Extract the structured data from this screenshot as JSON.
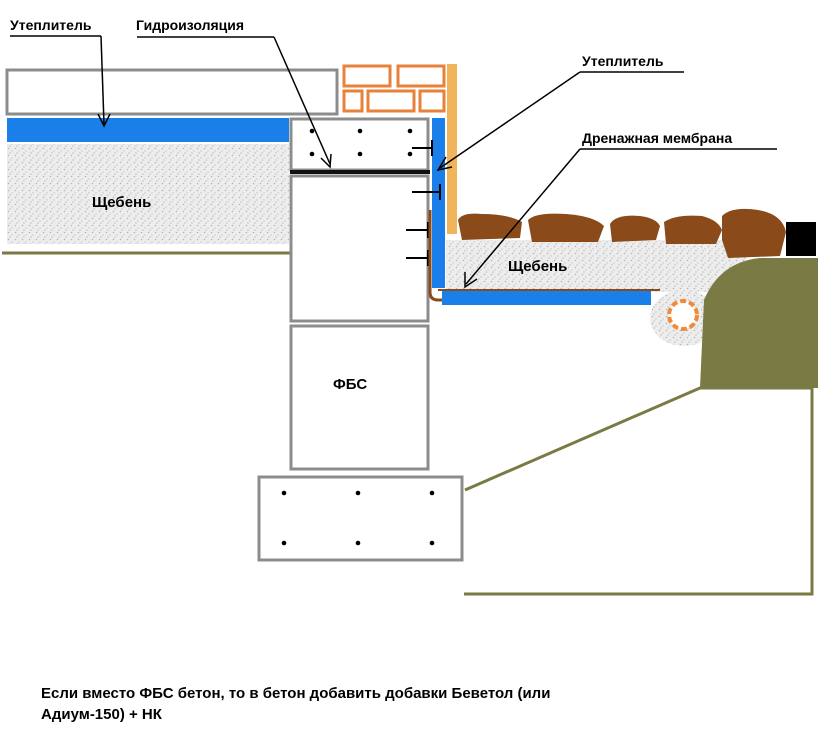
{
  "labels": {
    "insulation_left": "Утеплитель",
    "waterproofing": "Гидроизоляция",
    "insulation_right": "Утеплитель",
    "drainage_membrane": "Дренажная мембрана",
    "gravel_left": "Щебень",
    "gravel_right": "Щебень",
    "fbs": "ФБС"
  },
  "note": {
    "line1": "Если вместо ФБС бетон, то в бетон добавить добавки Беветол (или",
    "line2": "Адиум-150) + НК"
  },
  "colors": {
    "insulation": "#1a7fe8",
    "gravel": "#e6e6e6",
    "block_outline": "#8c8c8c",
    "brick": "#e8823a",
    "side_board": "#f0b45a",
    "stone": "#8b4a1a",
    "soil": "#7a7a44",
    "ground_line": "#7a7a44",
    "drain_pipe": "#f08a3a"
  },
  "icons": [
    "label-leader-arrow",
    "rebar-dot",
    "anchor-tick",
    "drain-pipe-icon"
  ]
}
